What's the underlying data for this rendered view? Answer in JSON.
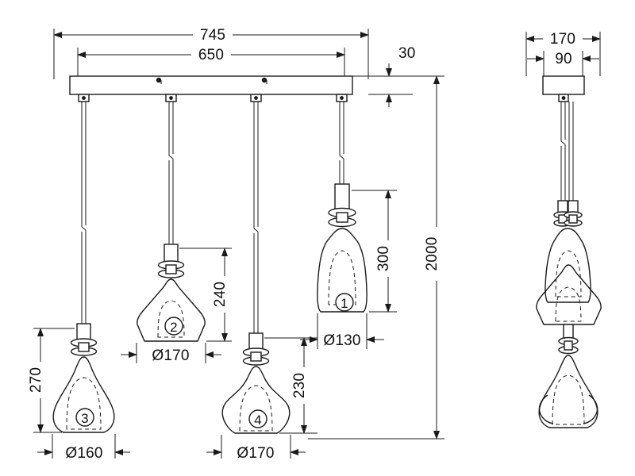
{
  "drawing": {
    "title": "Pendant light technical drawing",
    "type": "4-light linear pendant, front view and side view",
    "units": "mm",
    "background_color": "#ffffff",
    "line_color": "#1a1a1a"
  },
  "front_view": {
    "canopy": {
      "overall_width": "745",
      "mount_spacing": "650",
      "thickness": "30",
      "drop_points": 4
    },
    "total_drop": "2000",
    "lamps": [
      {
        "marker": "1",
        "marker_glyph": "①",
        "shape": "bell",
        "diameter_label": "Ø130",
        "height_label": "300"
      },
      {
        "marker": "2",
        "marker_glyph": "②",
        "shape": "diamond",
        "diameter_label": "Ø170",
        "height_label": "240"
      },
      {
        "marker": "3",
        "marker_glyph": "③",
        "shape": "teardrop",
        "diameter_label": "Ø160",
        "height_label": "270"
      },
      {
        "marker": "4",
        "marker_glyph": "④",
        "shape": "onion",
        "diameter_label": "Ø170",
        "height_label": "230"
      }
    ]
  },
  "side_view": {
    "canopy_width": "170",
    "canopy_inner": "90"
  }
}
